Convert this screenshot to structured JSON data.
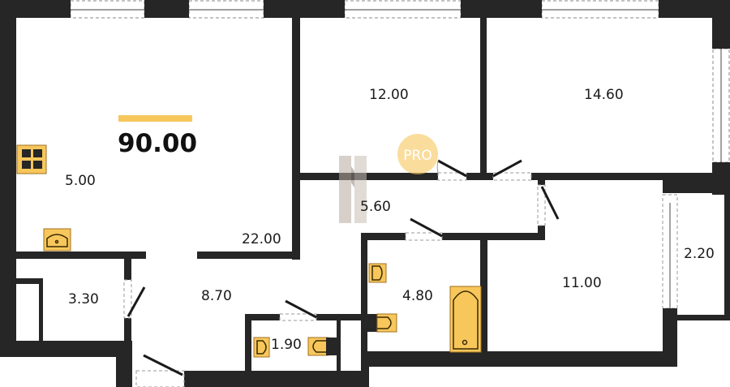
{
  "plan": {
    "total_area": "90.00",
    "watermark": "PRO",
    "accent_color": "#f7c75c",
    "wall_color": "#262626",
    "rooms": [
      {
        "id": "kitchen",
        "area": "5.00"
      },
      {
        "id": "living",
        "area": "22.00"
      },
      {
        "id": "bedroom-1",
        "area": "12.00"
      },
      {
        "id": "bedroom-2",
        "area": "14.60"
      },
      {
        "id": "corridor",
        "area": "5.60"
      },
      {
        "id": "balcony",
        "area": "2.20"
      },
      {
        "id": "storage",
        "area": "3.30"
      },
      {
        "id": "hall",
        "area": "8.70"
      },
      {
        "id": "bedroom-3",
        "area": "11.00"
      },
      {
        "id": "bathroom",
        "area": "4.80"
      },
      {
        "id": "wc",
        "area": "1.90"
      }
    ]
  }
}
